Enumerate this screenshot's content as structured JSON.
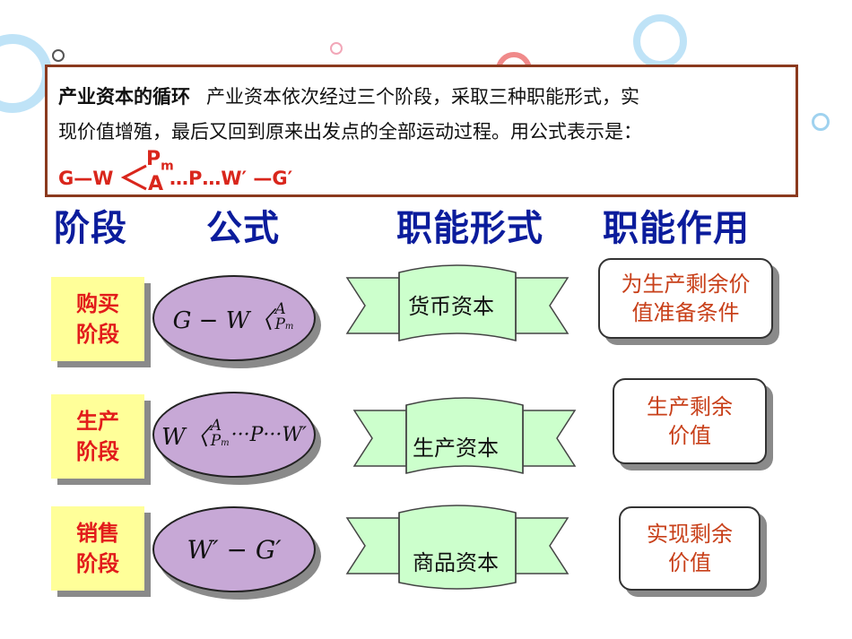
{
  "definition": {
    "term": "产业资本的循环",
    "line1": "产业资本依次经过三个阶段，采取三种职能形式，实",
    "line2": "现价值增殖，最后又回到原来出发点的全部运动过程。用公式表示是：",
    "formula_gw": "G—W",
    "formula_pm": "P",
    "formula_pm_sub": "m",
    "formula_a": "A",
    "formula_rest": "…P…W′ —G′"
  },
  "headers": {
    "stage": "阶段",
    "formula": "公式",
    "form": "职能形式",
    "role": "职能作用"
  },
  "rows": [
    {
      "stage": "购买\n阶段",
      "formula_left": "G − W〈",
      "formula_top": "A",
      "formula_bottom": "P",
      "formula_bottom_sub": "m",
      "formula_right": "",
      "form": "货币资本",
      "role": "为生产剩余价\n值准备条件"
    },
    {
      "stage": "生产\n阶段",
      "formula_left": "W〈",
      "formula_top": "A",
      "formula_bottom": "P",
      "formula_bottom_sub": "m",
      "formula_right": "···P···W′",
      "form": "生产资本",
      "role": "生产剩余\n价值"
    },
    {
      "stage": "销售\n阶段",
      "formula_full": "W′ − G′",
      "form": "商品资本",
      "role": "实现剩余\n价值"
    }
  ],
  "colors": {
    "heading": "#0b1c9c",
    "stage_text": "#e21b1b",
    "stage_bg": "#ffff99",
    "oval_bg": "#c7a8d6",
    "banner_bg": "#ccffcc",
    "role_text": "#c8401a",
    "frame": "#8b3a1e"
  }
}
